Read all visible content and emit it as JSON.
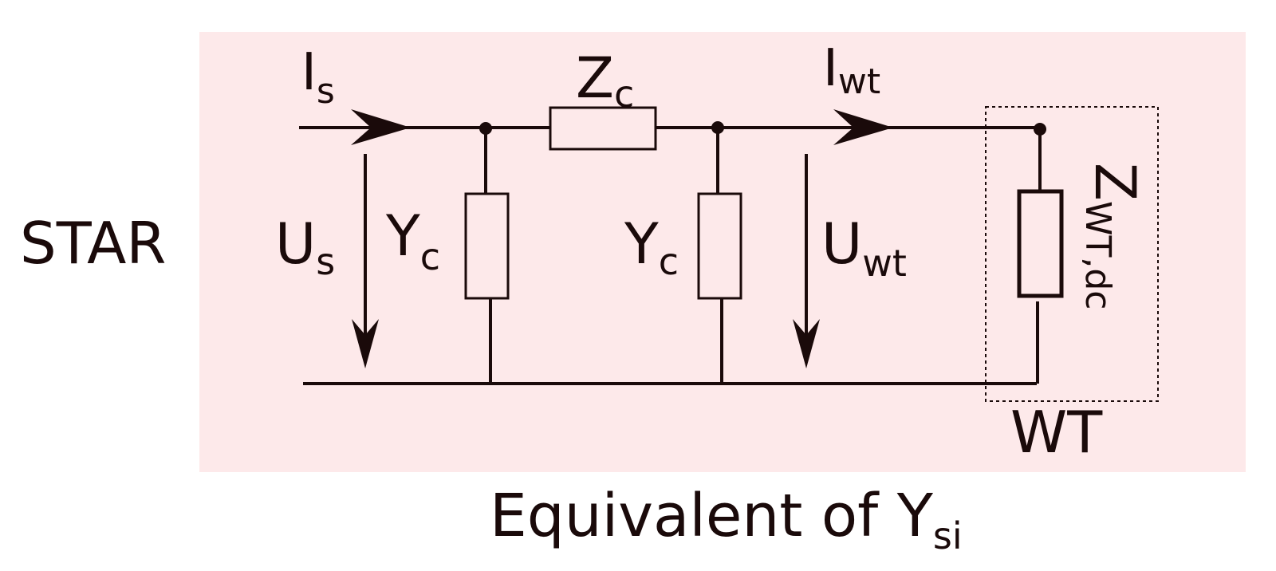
{
  "labels": {
    "star": "STAR",
    "current_source": {
      "main": "I",
      "sub": "s"
    },
    "voltage_source": {
      "main": "U",
      "sub": "s"
    },
    "series_impedance": {
      "main": "Z",
      "sub": "c"
    },
    "shunt_admittance_left": {
      "main": "Y",
      "sub": "c"
    },
    "shunt_admittance_right": {
      "main": "Y",
      "sub": "c"
    },
    "current_wt": {
      "main": "I",
      "sub": "wt"
    },
    "voltage_wt": {
      "main": "U",
      "sub": "wt"
    },
    "wt_impedance": {
      "main": "Z",
      "sub": "WT,dc"
    },
    "wt_box": "WT",
    "caption": {
      "main": "Equivalent of Y",
      "sub": "si"
    }
  },
  "colors": {
    "panel_background": "#fde9ea",
    "line": "#1a0a0a",
    "text": "#1a0a0a"
  }
}
